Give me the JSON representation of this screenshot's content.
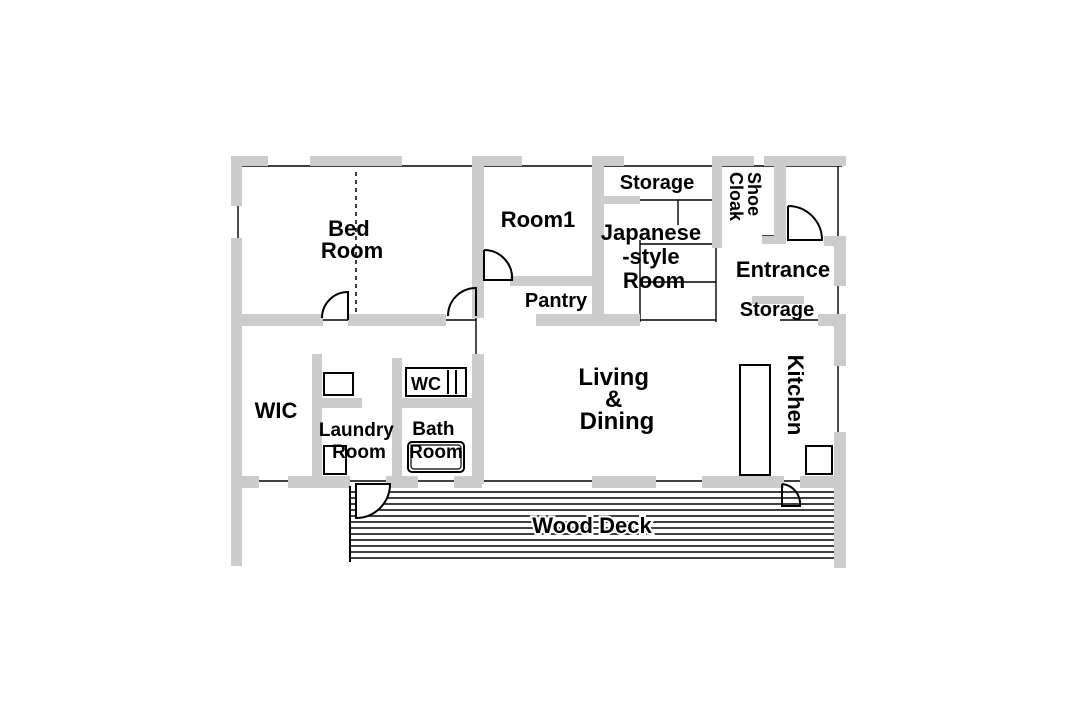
{
  "floor_plan": {
    "rooms": {
      "bed_room": [
        "Bed",
        "Room"
      ],
      "room1": "Room1",
      "storage_top": "Storage",
      "shoe_cloak": [
        "Shoe",
        "Cloak"
      ],
      "japanese_room": [
        "Japanese",
        "-style",
        "Room"
      ],
      "entrance": "Entrance",
      "pantry": "Pantry",
      "storage_entrance": "Storage",
      "wic": "WIC",
      "wc": "WC",
      "living_dining": [
        "Living",
        "&",
        "Dining"
      ],
      "kitchen": "Kitchen",
      "laundry_room": [
        "Laundry",
        "Room"
      ],
      "bath_room": [
        "Bath",
        "Room"
      ],
      "wood_deck": "Wood Deck"
    },
    "colors": {
      "wall": "#cccccc",
      "line": "#000000",
      "background": "#ffffff"
    }
  }
}
